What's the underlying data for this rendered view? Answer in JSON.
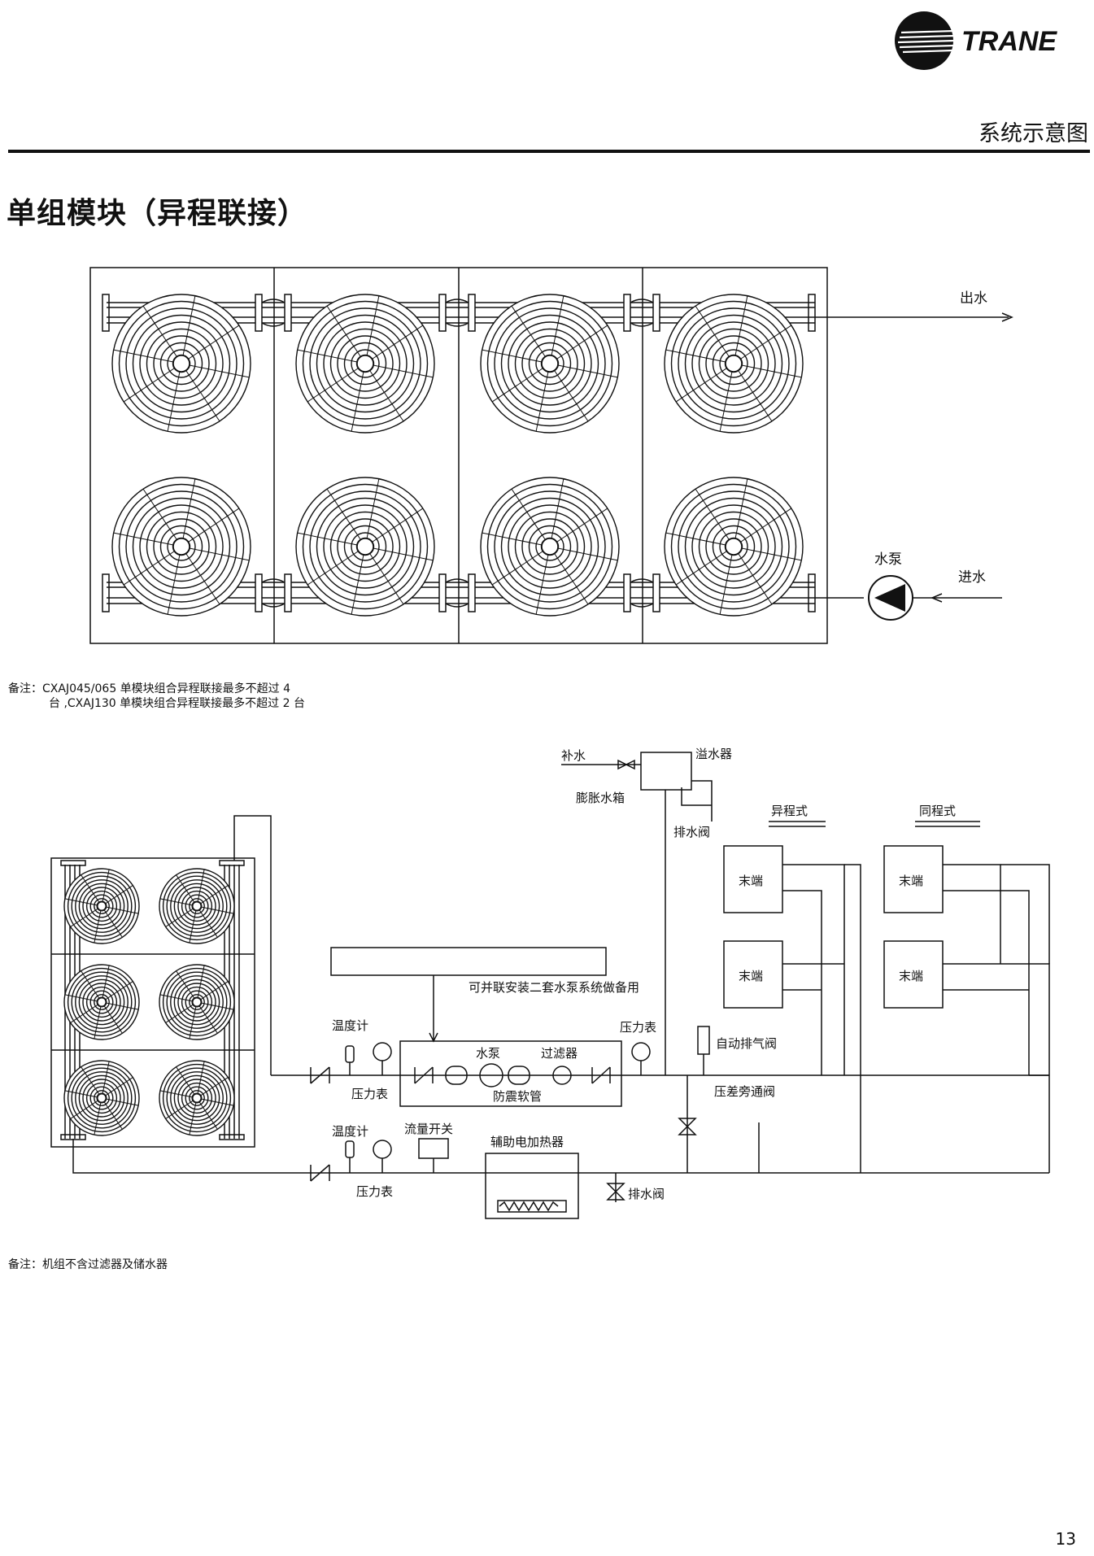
{
  "header": {
    "brand": "TRANE",
    "section_title": "系统示意图"
  },
  "main_title": "单组模块（异程联接）",
  "diagram1": {
    "label_outlet": "出水",
    "label_inlet": "进水",
    "label_pump": "水泵"
  },
  "note1": {
    "line1": "备注：CXAJ045/065 单模块组合异程联接最多不超过 4",
    "line2": "台 ,CXAJ130 单模块组合异程联接最多不超过 2 台"
  },
  "diagram2": {
    "makeup_water": "补水",
    "overflow": "溢水器",
    "expansion_tank": "膨胀水箱",
    "drain_valve_top": "排水阀",
    "reverse_return": "异程式",
    "direct_return": "同程式",
    "terminal": "末端",
    "backup_pump_note": "可并联安装二套水泵系统做备用",
    "thermometer_1": "温度计",
    "pressure_gauge_1": "压力表",
    "water_pump": "水泵",
    "filter": "过滤器",
    "pressure_gauge_right": "压力表",
    "auto_air_vent": "自动排气阀",
    "anti_vibration_hose": "防震软管",
    "diff_pressure_bypass": "压差旁通阀",
    "thermometer_2": "温度计",
    "flow_switch": "流量开关",
    "aux_heater": "辅助电加热器",
    "pressure_gauge_2": "压力表",
    "drain_valve_bottom": "排水阀"
  },
  "note2": "备注：机组不含过滤器及储水器",
  "page_number": "13"
}
